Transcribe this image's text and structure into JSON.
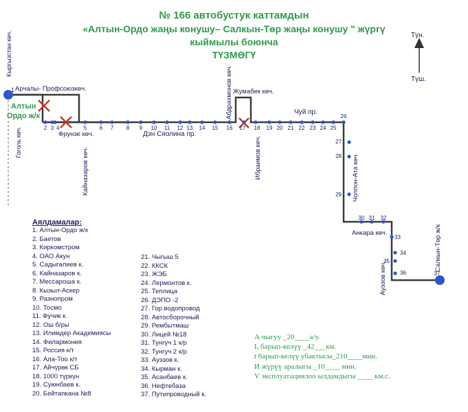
{
  "header": {
    "line1": "№ 166  автобустук каттамдын",
    "line2": "«Алтын-Ордо жаңы конушу– Салкын-Төр жаңы конушу \" жүргү",
    "line3": "кыймылы боюнча",
    "line4": "ТҮЗМӨГҮ"
  },
  "compass": {
    "north": "Түн.",
    "south": "Түш."
  },
  "streets": {
    "kyrgyzstan": "Кыргызстан көч.",
    "archaly": "Арчалы- Профсоюзкөч.",
    "gogol": "Гоголь көч.",
    "frunze": "Фрунзе көч.",
    "kainazarov": "Кайназаров көч.",
    "dzen_syaolina": "Дэн Сяолина пр.",
    "abdrakhmanov": "Абдрахмонов көч.",
    "zhumabek": "Жумабек көч.",
    "ibraimov": "Ибраимов көч.",
    "chui": "Чуй пр.",
    "cholpon_ata": "Чолпон-Ата көч.",
    "ankara": "Анкара көч.",
    "auezov": "Ауэзов көч.",
    "salkyn_tor": "Салкын-Төр ж/к"
  },
  "terminal": {
    "line1": "Алтын",
    "line2": "Ордо ж/к"
  },
  "stops": {
    "s2": "2",
    "s3": "3",
    "s4": "4",
    "s5": "5",
    "s6": "6",
    "s7": "7",
    "s8": "8",
    "s9": "9",
    "s10": "10",
    "s11": "11",
    "s12": "12",
    "s13": "13",
    "s14": "14",
    "s15": "15",
    "s16": "16",
    "s17": "17",
    "s18": "18",
    "s19": "19",
    "s20": "20",
    "s21": "21",
    "s22": "22",
    "s23": "23",
    "s24": "24",
    "s25": "25",
    "s26": "26",
    "s27": "27",
    "s28": "28",
    "s29": "29",
    "s30": "30",
    "s31": "31",
    "s32": "32",
    "s33": "33",
    "s34": "34",
    "s35": "35",
    "s36": "36",
    "s37": "37"
  },
  "legend": {
    "title": "Аялдамалар:",
    "col1": [
      "1. Алтын-Ордо ж/к",
      "2. Баетов",
      "3. Киркомстром",
      "4. ОАО Акун",
      "5. Садыгалиев к.",
      "6. Кайназаров к.",
      "7. Мессароша к.",
      "8. Кызыл-Аскер",
      "9. Разнопром",
      "10. Тосмо",
      "11. Фучик к.",
      "12. Ош б/ры",
      "13. Илимдер Академиясы",
      "14. Филармония",
      "15. Россия к/т",
      "16. Ала-Тоо к/т",
      "17. Айчүрөк СБ",
      "18. 1000 түркүн",
      "19. Суюнбаев к.",
      "20. Бейтапкана №8"
    ],
    "col2": [
      "21. Чыгыш 5",
      "22. ККСК",
      "23. ЖЭБ",
      "24. Лермонтов к.",
      "25. Теплица",
      "26. ДЭПО -2",
      "27. Гор.водопровод",
      "28. Автосборочный",
      "29. Рембытмаш",
      "30. Лицей №18",
      "31. Тунгуч 1 к/р",
      "32. Тунгуч 2 к/р",
      "33. Ауэзов к.",
      "34. Кырман к.",
      "35. Асанбаев к.",
      "36. Нефтебаза",
      "37. Путипроводный к."
    ]
  },
  "info": {
    "line1": "А чыгуу  _20____а/у.",
    "line2": "L барып-келүү  _42___км.",
    "line3": "t барып-келүү убактысы_210____мин.",
    "line4": "И жүрүү аралыгы _10____    мин.",
    "line5": "V эксплуатациялоо ылдамдыгы ____ км.с."
  },
  "colors": {
    "title": "#2e9a4a",
    "route_line": "#3a3a3a",
    "stop": "#2f56c8",
    "cross": "#c0392b",
    "text": "#1b1b5a"
  }
}
